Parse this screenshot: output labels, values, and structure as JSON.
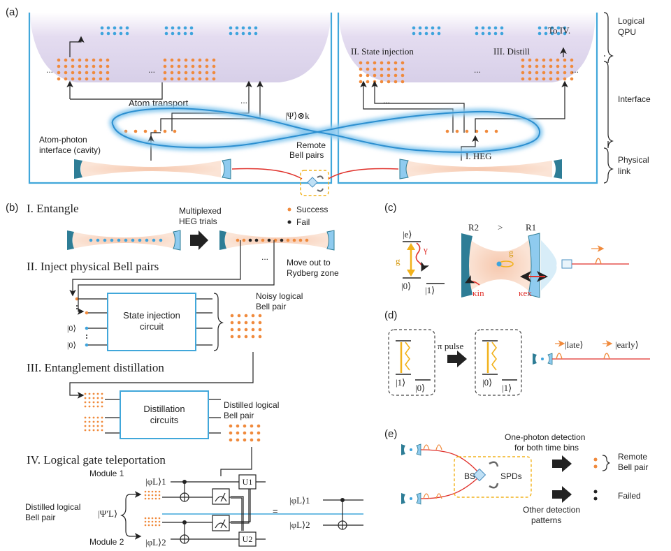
{
  "panel_labels": {
    "a": "(a)",
    "b": "(b)",
    "c": "(c)",
    "d": "(d)",
    "e": "(e)"
  },
  "panel_a": {
    "right_labels": {
      "logical_qpu_1": "Logical",
      "logical_qpu_2": "QPU",
      "interface": "Interface",
      "physical_link_1": "Physical",
      "physical_link_2": "link"
    },
    "ellipsis": "...",
    "atom_transport": "Atom transport",
    "psi_k": "|Ψ⟩⊗k",
    "remote_bell_1": "Remote",
    "remote_bell_2": "Bell pairs",
    "atom_photon_1": "Atom-photon",
    "atom_photon_2": "interface (cavity)",
    "state_injection": "II. State injection",
    "distill": "III. Distill",
    "to_iv": "To IV.",
    "heg": "I. HEG"
  },
  "panel_b": {
    "step1": "I. Entangle",
    "multiplexed_1": "Multiplexed",
    "multiplexed_2": "HEG trials",
    "success": "Success",
    "fail": "Fail",
    "step2": "II. Inject physical Bell pairs",
    "move_out_1": "Move out to",
    "move_out_2": "Rydberg zone",
    "ellipsis": "...",
    "ket0_a": "|0⟩",
    "ket0_b": "|0⟩",
    "state_inj_box_1": "State injection",
    "state_inj_box_2": "circuit",
    "noisy_1": "Noisy logical",
    "noisy_2": "Bell pair",
    "step3": "III. Entanglement distillation",
    "distill_box_1": "Distillation",
    "distill_box_2": "circuits",
    "distilled_1": "Distilled logical",
    "distilled_2": "Bell pair",
    "step4": "IV. Logical gate teleportation",
    "module1": "Module 1",
    "module2": "Module 2",
    "phi1": "|φL⟩1",
    "phi2": "|φL⟩2",
    "distilled_pair_1": "Distilled logical",
    "distilled_pair_2": "Bell pair",
    "psi_prime": "|Ψ′L⟩",
    "u1": "U1",
    "u2": "U2",
    "equals": "=",
    "rphi1": "|φL⟩1",
    "rphi2": "|φL⟩2"
  },
  "panel_c": {
    "e": "|e⟩",
    "gamma": "γ",
    "g_left": "g",
    "zero": "|0⟩",
    "one": "|1⟩",
    "r2": "R2",
    "gt": ">",
    "r1": "R1",
    "g_cav": "g",
    "kin": "κin",
    "kex": "κex"
  },
  "panel_d": {
    "one_left": "|1⟩",
    "zero_left": "|0⟩",
    "pi_pulse": "π pulse",
    "zero_right": "|0⟩",
    "one_right": "|1⟩",
    "late": "|late⟩",
    "early": "|early⟩"
  },
  "panel_e": {
    "one_photon_1": "One-photon detection",
    "one_photon_2": "for both time bins",
    "bs": "BS",
    "spds": "SPDs",
    "remote_1": "Remote",
    "remote_2": "Bell pair",
    "other_1": "Other detection",
    "other_2": "patterns",
    "failed": "Failed"
  },
  "colors": {
    "orange_atom": "#f08a3c",
    "blue_atom": "#3ea4dd",
    "module_border": "#41a7da",
    "purple_zone": "#ddd5ec",
    "cavity_beam": "#f8d9c8",
    "fiber_red": "#e0322c",
    "mirror_teal": "#2e7d96",
    "yellow": "#f2b21b"
  }
}
